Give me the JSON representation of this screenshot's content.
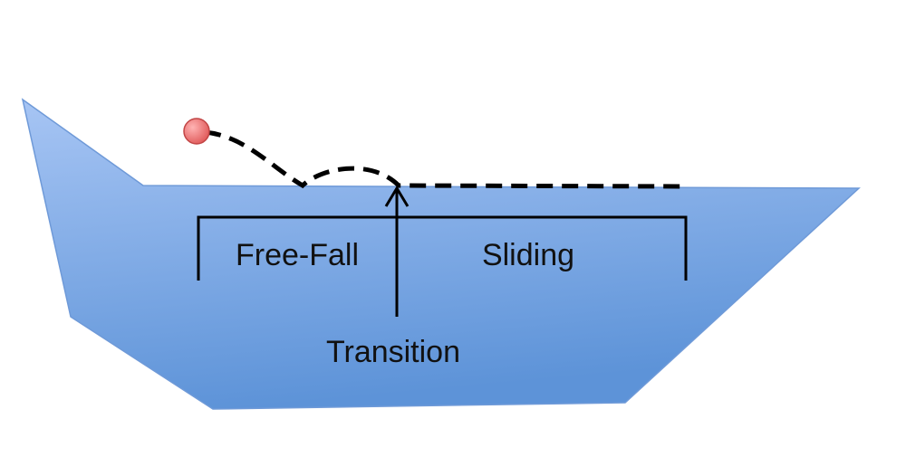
{
  "labels": {
    "free_fall": "Free-Fall",
    "sliding": "Sliding",
    "transition": "Transition"
  },
  "colors": {
    "container_top": "#a7c5f4",
    "container_bottom": "#5d93d8",
    "container_stroke": "#6f9ad8",
    "ball_fill": "#e05a5a",
    "line": "#000000"
  }
}
